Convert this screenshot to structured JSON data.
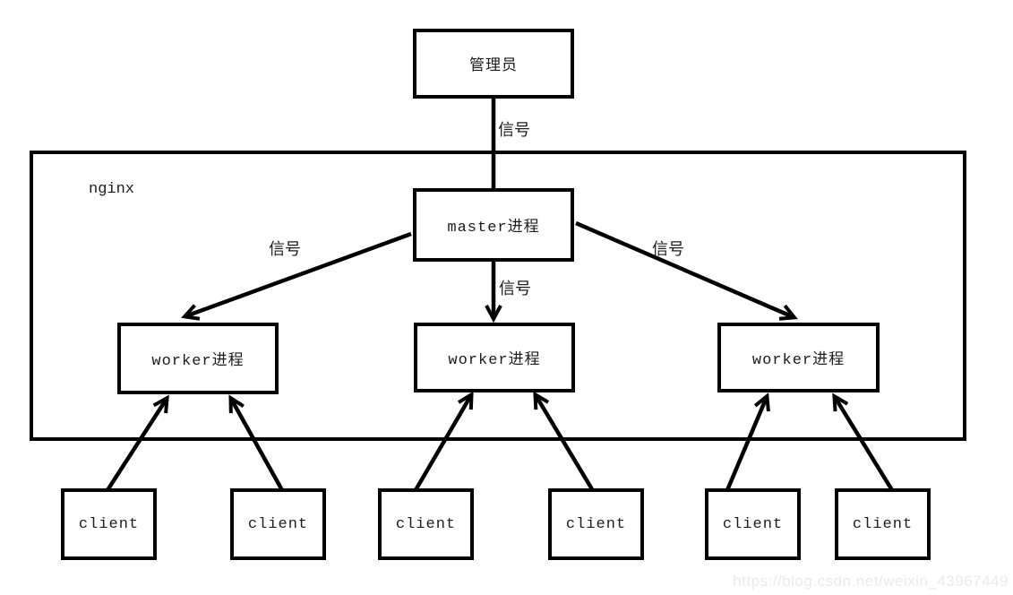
{
  "diagram": {
    "admin_node": {
      "label": "管理员"
    },
    "nginx_container": {
      "label": "nginx"
    },
    "master_node": {
      "label": "master进程"
    },
    "worker_nodes": [
      {
        "label": "worker进程"
      },
      {
        "label": "worker进程"
      },
      {
        "label": "worker进程"
      }
    ],
    "client_nodes": [
      {
        "label": "client"
      },
      {
        "label": "client"
      },
      {
        "label": "client"
      },
      {
        "label": "client"
      },
      {
        "label": "client"
      },
      {
        "label": "client"
      }
    ],
    "edge_labels": {
      "admin_to_master": "信号",
      "master_to_worker_left": "信号",
      "master_to_worker_middle": "信号",
      "master_to_worker_right": "信号"
    }
  },
  "watermark": {
    "text": "https://blog.csdn.net/weixin_43967449"
  },
  "colors": {
    "stroke": "#000000",
    "background": "#ffffff",
    "box_fill": "#ffffff",
    "watermark_text": "#e9eaec"
  }
}
